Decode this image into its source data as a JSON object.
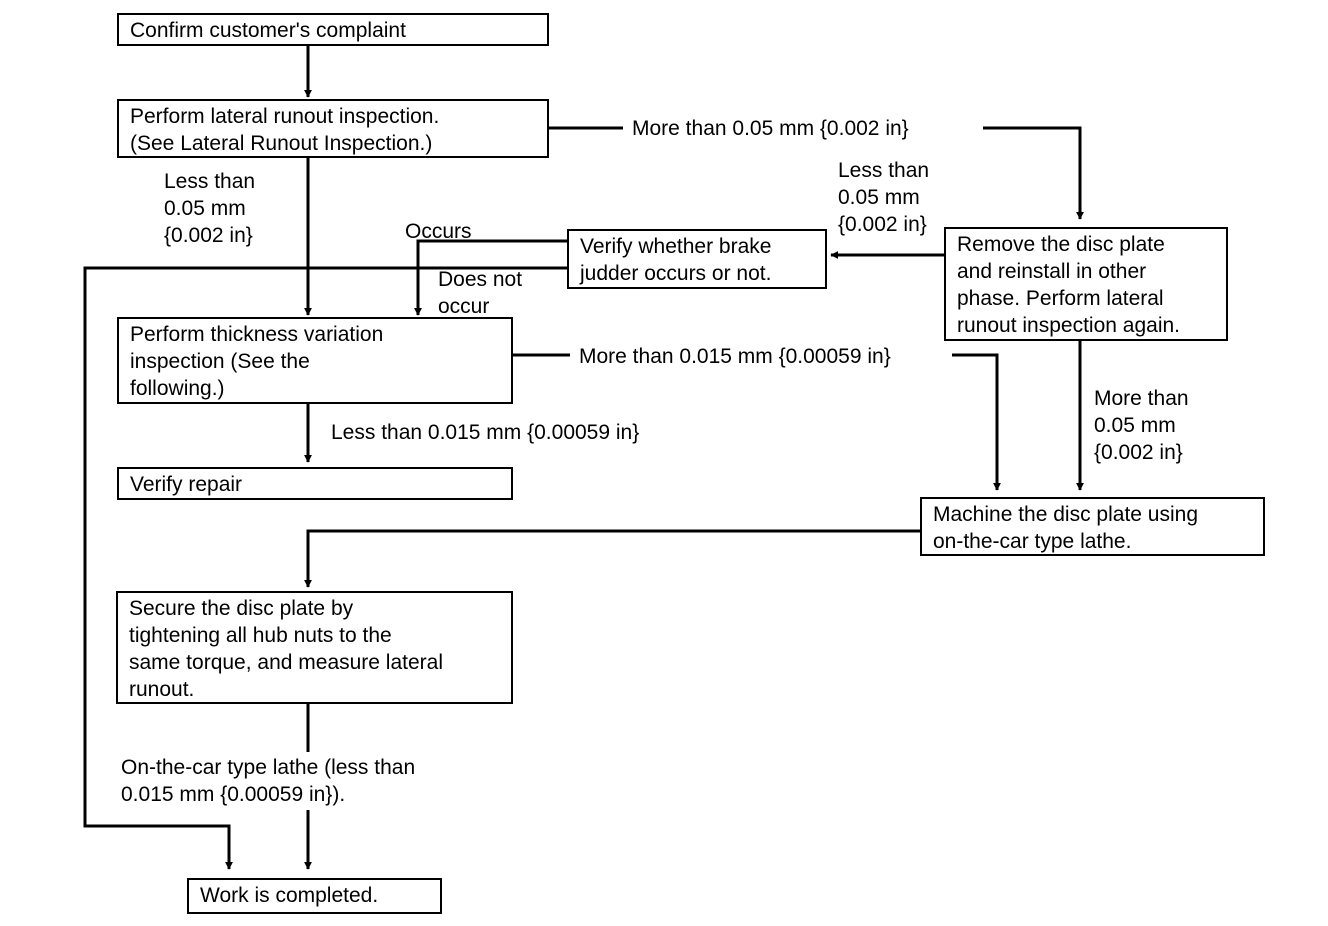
{
  "boxes": {
    "confirm": "Confirm customer's complaint",
    "lateral": "Perform lateral runout inspection.\n(See Lateral Runout Inspection.)",
    "verify_judder": "Verify whether brake\njudder occurs or not.",
    "remove": "Remove the disc plate\nand reinstall in other\nphase. Perform lateral\nrunout inspection again.",
    "thickness": "Perform thickness variation\ninspection (See the\nfollowing.)",
    "verify_repair": "Verify repair",
    "machine": "Machine the disc plate using\non-the-car type lathe.",
    "secure": "Secure the disc plate by\ntightening all hub nuts to the\nsame torque, and measure lateral\nrunout.",
    "completed": "Work is completed."
  },
  "labels": {
    "more_005_top": "More than 0.05 mm {0.002 in}",
    "less_005_left": "Less than\n0.05 mm\n{0.002 in}",
    "less_005_right": "Less than\n0.05 mm\n{0.002 in}",
    "occurs": "Occurs",
    "does_not_occur": "Does not\noccur",
    "more_0015": "More than 0.015 mm {0.00059 in}",
    "less_0015": "Less than 0.015 mm {0.00059 in}",
    "more_005_right": "More than\n0.05 mm\n{0.002 in}",
    "lathe_result": "On-the-car type lathe (less than\n0.015 mm {0.00059 in})."
  }
}
